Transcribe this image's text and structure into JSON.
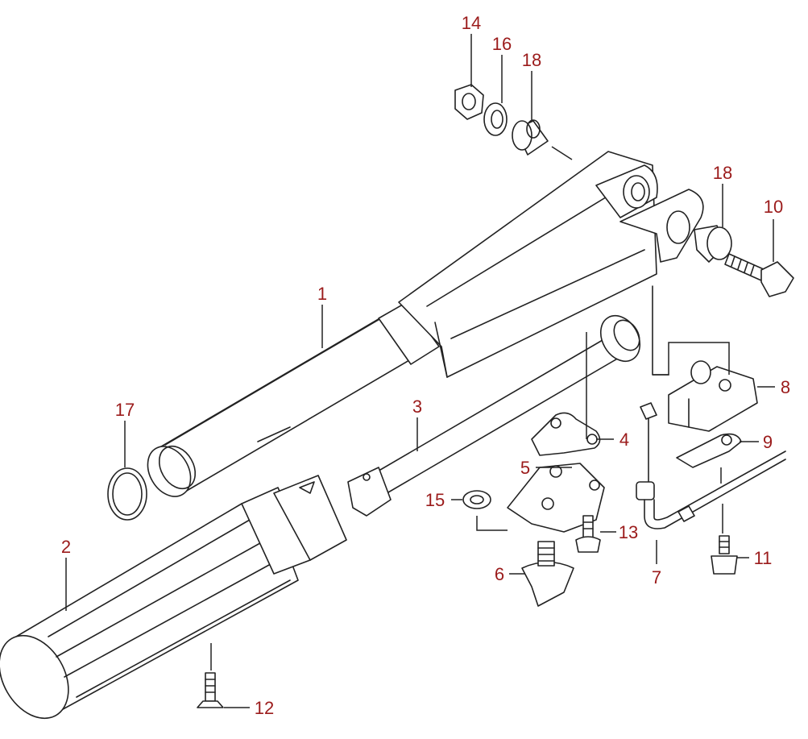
{
  "diagram": {
    "label_color": "#9b1b1b",
    "line_color": "#222222",
    "background": "#ffffff",
    "callouts": [
      {
        "id": "p1",
        "text": "1"
      },
      {
        "id": "p2",
        "text": "2"
      },
      {
        "id": "p3",
        "text": "3"
      },
      {
        "id": "p4",
        "text": "4"
      },
      {
        "id": "p5",
        "text": "5"
      },
      {
        "id": "p6",
        "text": "6"
      },
      {
        "id": "p7",
        "text": "7"
      },
      {
        "id": "p8",
        "text": "8"
      },
      {
        "id": "p9",
        "text": "9"
      },
      {
        "id": "p10",
        "text": "10"
      },
      {
        "id": "p11",
        "text": "11"
      },
      {
        "id": "p12",
        "text": "12"
      },
      {
        "id": "p13",
        "text": "13"
      },
      {
        "id": "p14",
        "text": "14"
      },
      {
        "id": "p15",
        "text": "15"
      },
      {
        "id": "p16",
        "text": "16"
      },
      {
        "id": "p17",
        "text": "17"
      },
      {
        "id": "p18a",
        "text": "18"
      },
      {
        "id": "p18b",
        "text": "18"
      }
    ]
  }
}
